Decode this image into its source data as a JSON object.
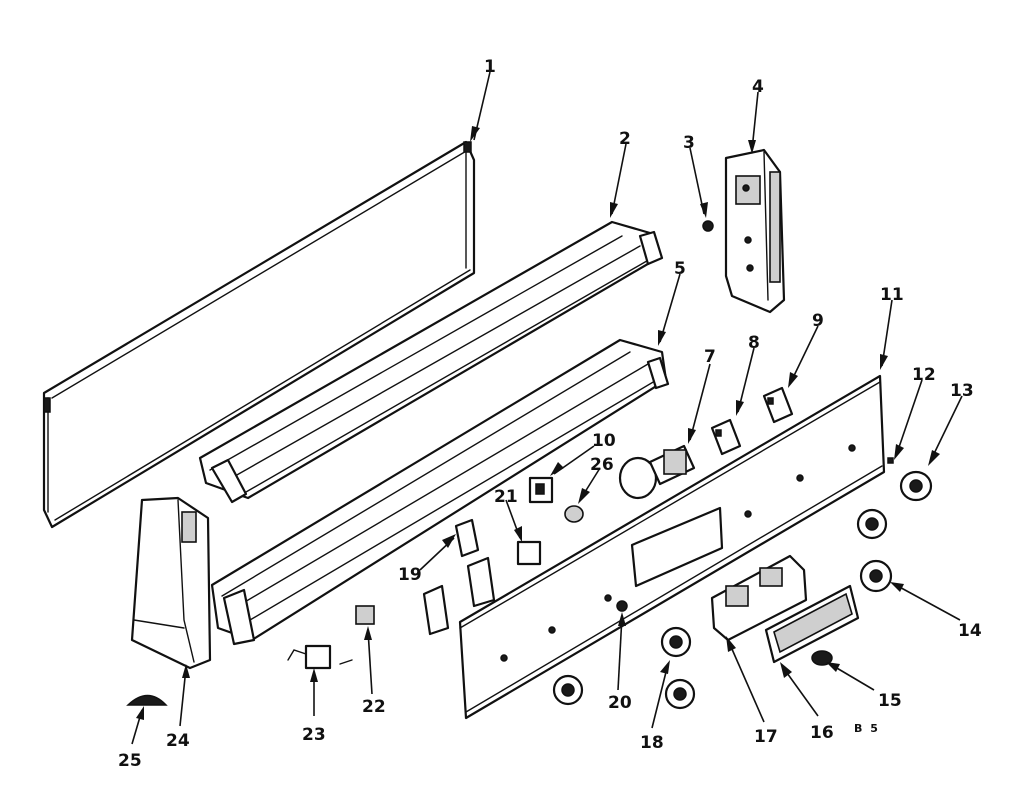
{
  "diagram_code": "B 5",
  "callouts": [
    {
      "id": "1",
      "label": "1"
    },
    {
      "id": "2",
      "label": "2"
    },
    {
      "id": "3",
      "label": "3"
    },
    {
      "id": "4",
      "label": "4"
    },
    {
      "id": "5",
      "label": "5"
    },
    {
      "id": "7",
      "label": "7"
    },
    {
      "id": "8",
      "label": "8"
    },
    {
      "id": "9",
      "label": "9"
    },
    {
      "id": "10",
      "label": "10"
    },
    {
      "id": "11",
      "label": "11"
    },
    {
      "id": "12",
      "label": "12"
    },
    {
      "id": "13",
      "label": "13"
    },
    {
      "id": "14",
      "label": "14"
    },
    {
      "id": "15",
      "label": "15"
    },
    {
      "id": "16",
      "label": "16"
    },
    {
      "id": "17",
      "label": "17"
    },
    {
      "id": "18",
      "label": "18"
    },
    {
      "id": "19",
      "label": "19"
    },
    {
      "id": "20",
      "label": "20"
    },
    {
      "id": "21",
      "label": "21"
    },
    {
      "id": "22",
      "label": "22"
    },
    {
      "id": "23",
      "label": "23"
    },
    {
      "id": "24",
      "label": "24"
    },
    {
      "id": "25",
      "label": "25"
    },
    {
      "id": "26",
      "label": "26"
    }
  ]
}
